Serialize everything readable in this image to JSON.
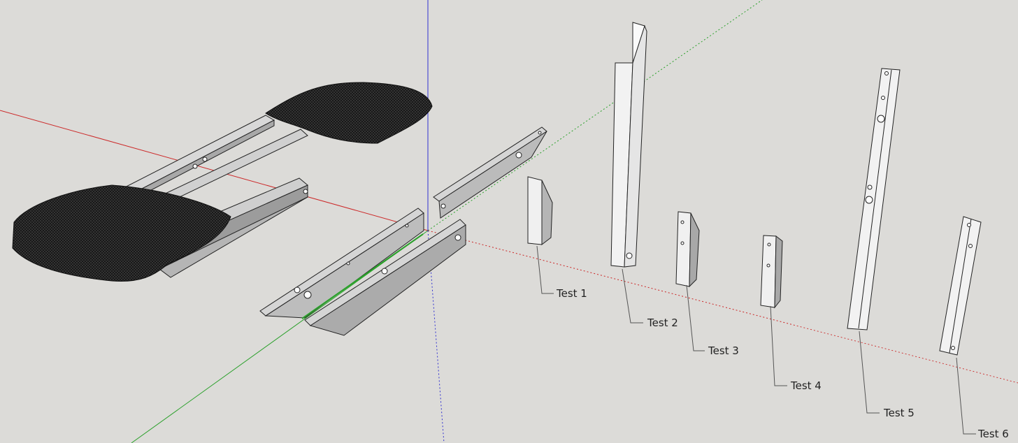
{
  "viewport": {
    "background": "#dcdbd8",
    "axis_colors": {
      "red": "#cc2a2a",
      "green": "#2aa02a",
      "blue": "#3030d0"
    }
  },
  "labels": [
    "Test 1",
    "Test 2",
    "Test 3",
    "Test 4",
    "Test 5",
    "Test 6"
  ],
  "parts": [
    {
      "name": "seat-assembly"
    },
    {
      "name": "rail-pair"
    },
    {
      "name": "angled-rail"
    },
    {
      "name": "test-1-block"
    },
    {
      "name": "test-2-bar"
    },
    {
      "name": "test-3-block"
    },
    {
      "name": "test-4-block"
    },
    {
      "name": "test-5-bar"
    },
    {
      "name": "test-6-bar"
    }
  ]
}
